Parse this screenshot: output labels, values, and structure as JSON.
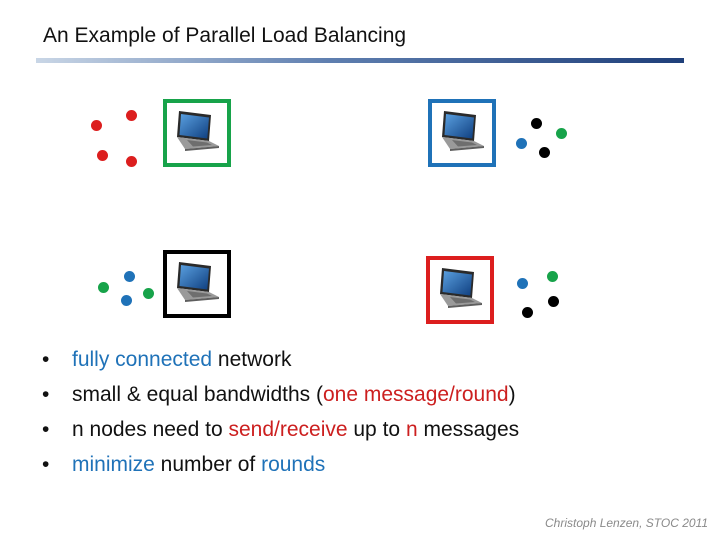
{
  "slide": {
    "title": "An Example of Parallel Load Balancing",
    "footer": "Christoph Lenzen, STOC 2011"
  },
  "colors": {
    "green": "#17a34a",
    "blue": "#1f72b8",
    "black": "#000000",
    "red": "#dc1e1e",
    "highlight_blue": "#1f72b8",
    "highlight_red": "#cc1f1f"
  },
  "nodes": [
    {
      "name": "node-top-left",
      "frame_color": "green",
      "icon": "laptop-icon"
    },
    {
      "name": "node-top-right",
      "frame_color": "blue",
      "icon": "laptop-icon"
    },
    {
      "name": "node-bottom-left",
      "frame_color": "black",
      "icon": "laptop-icon"
    },
    {
      "name": "node-bottom-right",
      "frame_color": "red",
      "icon": "laptop-icon"
    }
  ],
  "messages": {
    "node-top-left": [
      "red",
      "red",
      "red",
      "red"
    ],
    "node-top-right": [
      "black",
      "green",
      "blue",
      "black"
    ],
    "node-bottom-left": [
      "blue",
      "green",
      "blue",
      "green"
    ],
    "node-bottom-right": [
      "green",
      "blue",
      "black",
      "black"
    ]
  },
  "bullets": [
    [
      {
        "t": "fully connected",
        "c": "blue"
      },
      {
        "t": " network"
      }
    ],
    [
      {
        "t": "small & equal bandwidths ("
      },
      {
        "t": "one message/round",
        "c": "red"
      },
      {
        "t": ")"
      }
    ],
    [
      {
        "t": "n nodes need to "
      },
      {
        "t": "send/receive",
        "c": "red"
      },
      {
        "t": " up to "
      },
      {
        "t": "n",
        "c": "red"
      },
      {
        "t": " messages"
      }
    ],
    [
      {
        "t": "minimize",
        "c": "blue"
      },
      {
        "t": " number of "
      },
      {
        "t": "rounds",
        "c": "blue"
      }
    ]
  ],
  "bullet_symbol": "•"
}
